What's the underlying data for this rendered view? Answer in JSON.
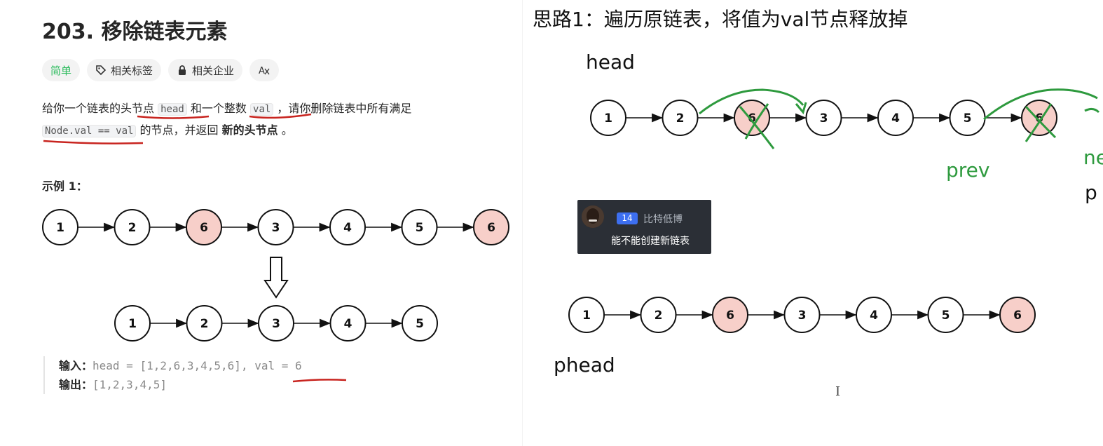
{
  "problem": {
    "title": "203. 移除链表元素",
    "tags": [
      {
        "label": "简单",
        "icon": ""
      },
      {
        "label": "相关标签",
        "icon": "tag-icon"
      },
      {
        "label": "相关企业",
        "icon": "lock-icon"
      },
      {
        "label": "",
        "icon": "translate-icon"
      }
    ],
    "desc": {
      "p1": "给你一个链表的头节点",
      "code1": "head",
      "p2": "和一个整数",
      "code2": "val",
      "p3": "，请你删除链表中所有满足",
      "code3": "Node.val == val",
      "p4": "的节点，并返回",
      "bold": "新的头节点",
      "p5": "。"
    },
    "example_title": "示例 1：",
    "example": {
      "input_label": "输入：",
      "input_value": "head = [1,2,6,3,4,5,6], val = 6",
      "output_label": "输出：",
      "output_value": "[1,2,3,4,5]"
    },
    "list_before": [
      "1",
      "2",
      "6",
      "3",
      "4",
      "5",
      "6"
    ],
    "list_after": [
      "1",
      "2",
      "3",
      "4",
      "5"
    ]
  },
  "notes": {
    "heading": "思路1：遍历原链表，将值为val节点释放掉",
    "head_label": "head",
    "prev_label": "prev",
    "ne_label": "ne",
    "p_label": "p",
    "phead_label": "phead",
    "list_top": [
      "1",
      "2",
      "6",
      "3",
      "4",
      "5",
      "6"
    ],
    "list_bottom": [
      "1",
      "2",
      "6",
      "3",
      "4",
      "5",
      "6"
    ]
  },
  "chat": {
    "badge": "14",
    "user": "比特低博",
    "message": "能不能创建新链表"
  },
  "colors": {
    "highlight_fill": "#f7cfc9",
    "ink_green": "#2e9a3e",
    "ink_red": "#c8241f"
  }
}
